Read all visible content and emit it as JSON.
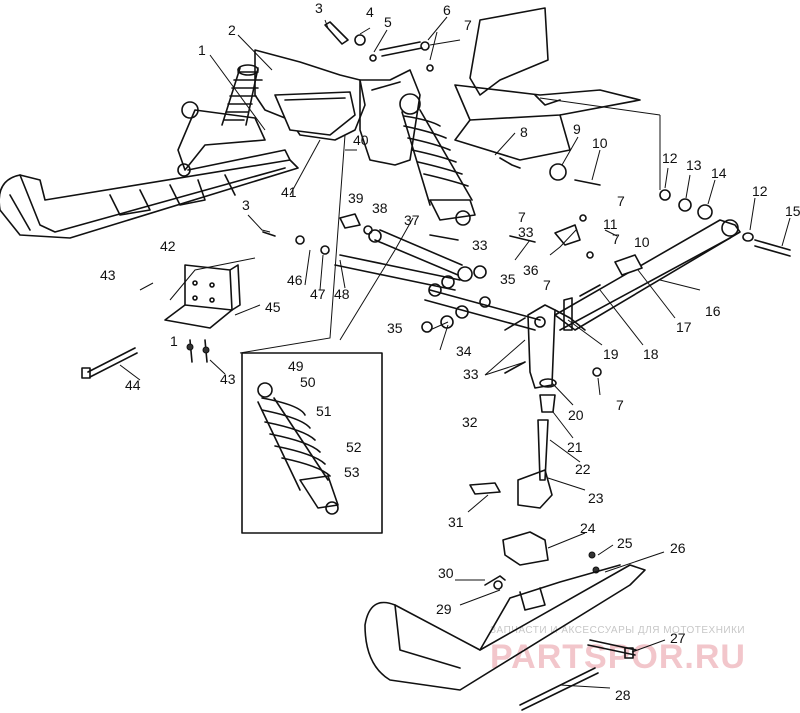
{
  "diagram": {
    "callouts": [
      "1",
      "2",
      "3",
      "4",
      "5",
      "6",
      "7",
      "8",
      "9",
      "10",
      "11",
      "12",
      "13",
      "14",
      "15",
      "16",
      "17",
      "18",
      "19",
      "20",
      "21",
      "22",
      "23",
      "24",
      "25",
      "26",
      "27",
      "28",
      "29",
      "30",
      "31",
      "32",
      "33",
      "34",
      "35",
      "36",
      "37",
      "38",
      "39",
      "40",
      "41",
      "42",
      "43",
      "44",
      "45",
      "46",
      "47",
      "48",
      "49",
      "50",
      "51",
      "52",
      "53"
    ]
  },
  "watermark": {
    "line1": "ЗАПЧАСТИ И АКСЕССУАРЫ ДЛЯ МОТОТЕХНИКИ",
    "line2": "PARTSPOR.RU",
    "color": "#f2c6cb"
  }
}
